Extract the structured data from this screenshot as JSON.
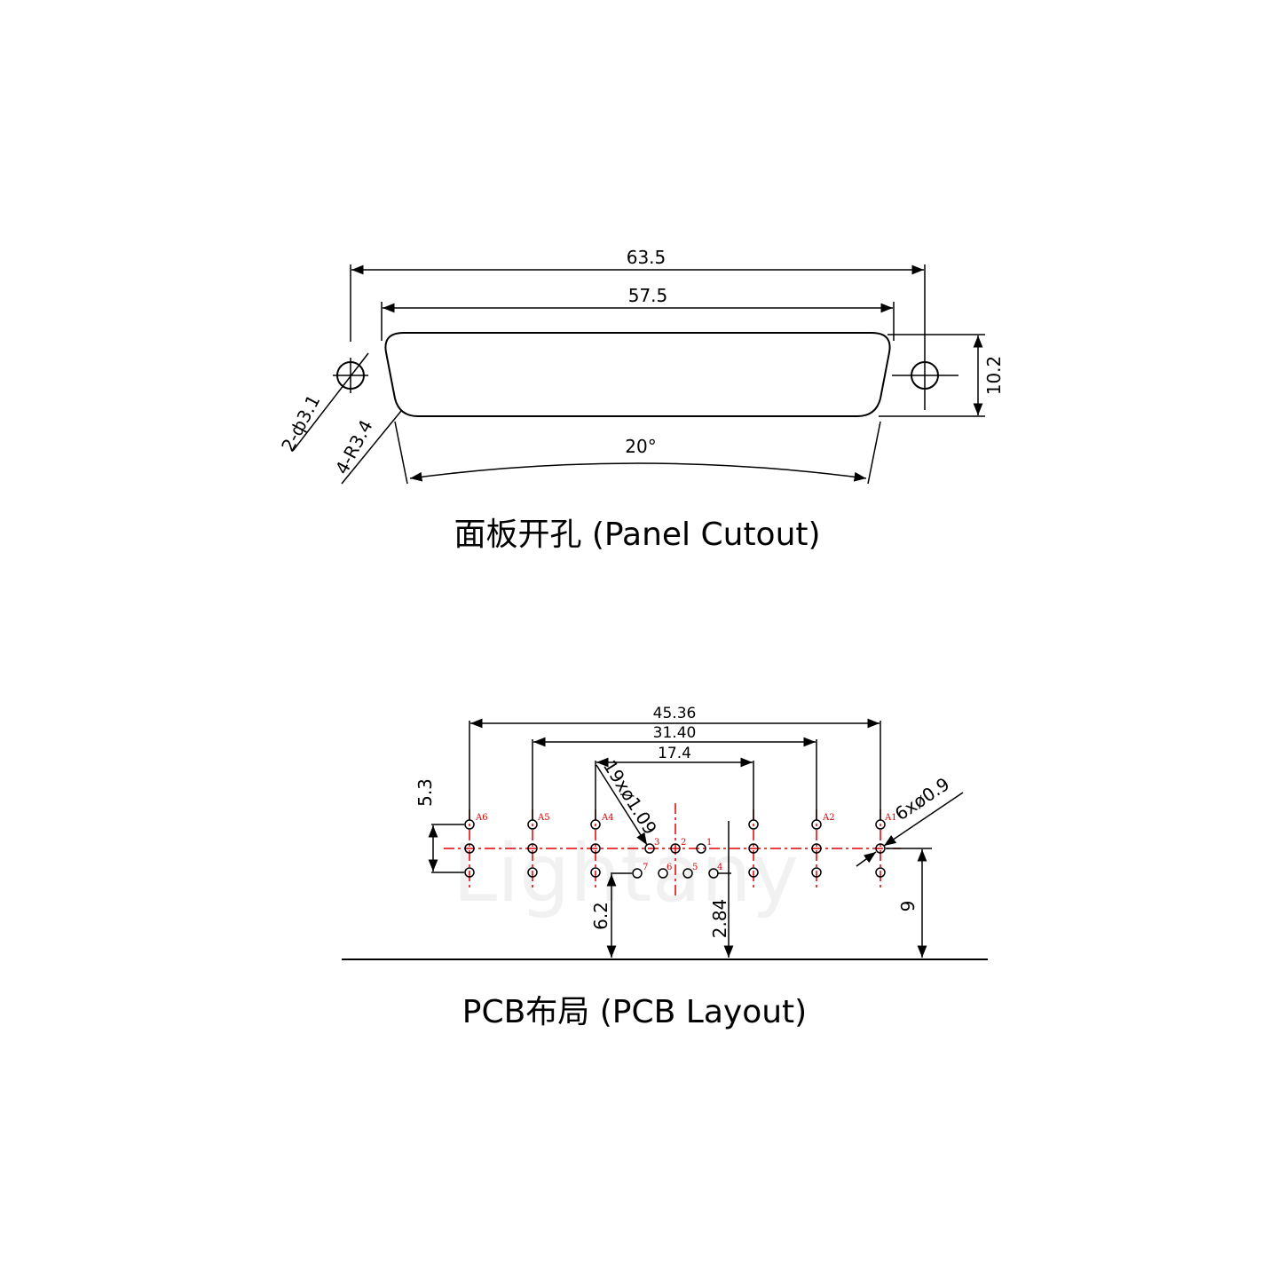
{
  "panel": {
    "dim_overall": "63.5",
    "dim_cutout": "57.5",
    "dim_height": "10.2",
    "dim_holes": "2-ф3.1",
    "dim_radius": "4-R3.4",
    "dim_angle": "20°",
    "caption": "面板开孔 (Panel Cutout)"
  },
  "pcb": {
    "dim_45": "45.36",
    "dim_31": "31.40",
    "dim_17": "17.4",
    "dim_53": "5.3",
    "dim_62": "6.2",
    "dim_284": "2.84",
    "dim_9": "9",
    "dim_signal": "19xø1.09",
    "dim_power": "6xø0.9",
    "caption": "PCB布局 (PCB Layout)",
    "watermark": "Lightany",
    "labels": {
      "a6": "A6",
      "a5": "A5",
      "a4": "A4",
      "a2": "A2",
      "a1": "A1",
      "p1": "1",
      "p2": "2",
      "p3": "3",
      "p4": "4",
      "p5": "5",
      "p6": "6",
      "p7": "7"
    }
  }
}
